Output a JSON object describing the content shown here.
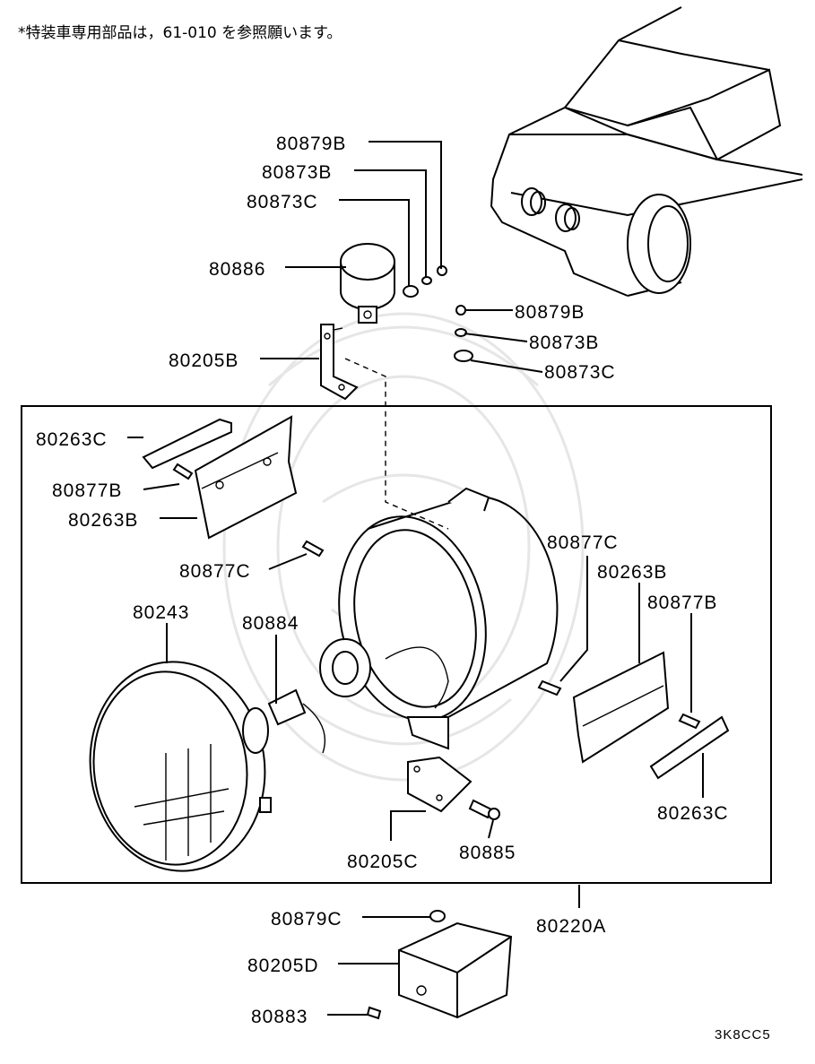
{
  "note": "*特装車専用部品は，61-010 を参照願います。",
  "diagram_code": "3K8CC5",
  "labels": {
    "p80879B_top": "80879B",
    "p80873B_top": "80873B",
    "p80873C_top": "80873C",
    "p80886": "80886",
    "p80205B": "80205B",
    "p80879B_right": "80879B",
    "p80873B_right": "80873B",
    "p80873C_right": "80873C",
    "p80263C_left": "80263C",
    "p80877B_left": "80877B",
    "p80263B_left": "80263B",
    "p80877C_left": "80877C",
    "p80243": "80243",
    "p80884": "80884",
    "p80877C_right": "80877C",
    "p80263B_right": "80263B",
    "p80877B_right": "80877B",
    "p80263C_right": "80263C",
    "p80205C": "80205C",
    "p80885": "80885",
    "p80220A": "80220A",
    "p80879C": "80879C",
    "p80205D": "80205D",
    "p80883": "80883"
  }
}
